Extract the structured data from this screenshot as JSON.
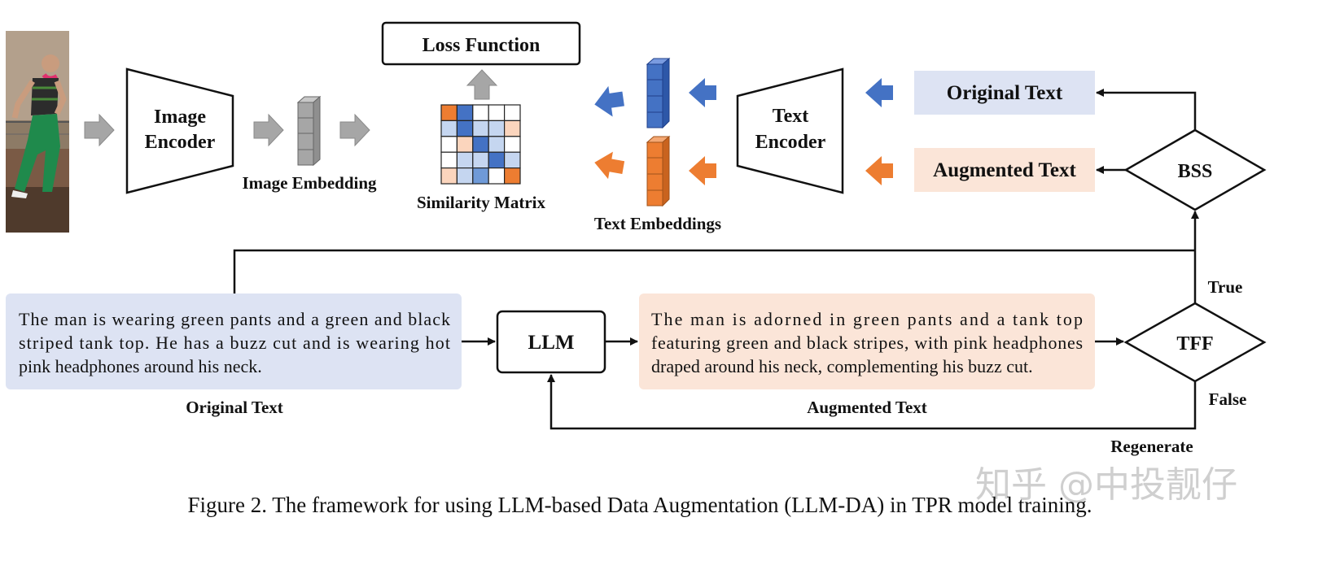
{
  "caption": "Figure 2. The framework for using LLM-based Data Augmentation (LLM-DA) in TPR model training.",
  "nodes": {
    "image_encoder": [
      "Image",
      "Encoder"
    ],
    "image_embedding": "Image Embedding",
    "loss_function": "Loss Function",
    "similarity_matrix": "Similarity Matrix",
    "text_embeddings": "Text Embeddings",
    "text_encoder": [
      "Text",
      "Encoder"
    ],
    "original_text_box": "Original Text",
    "augmented_text_box": "Augmented Text",
    "bss": "BSS",
    "llm": "LLM",
    "tff": "TFF"
  },
  "paragraphs": {
    "original": [
      "The man is wearing green pants and a green and black",
      "striped tank top. He has a buzz cut and is wearing hot",
      "pink headphones around his neck."
    ],
    "original_label": "Original Text",
    "augmented": [
      "The man is adorned in green pants and a tank top",
      "featuring green and black stripes, with pink headphones",
      "draped around his neck, complementing his buzz cut."
    ],
    "augmented_label": "Augmented Text"
  },
  "edge_labels": {
    "true": "True",
    "false": "False",
    "regenerate": "Regenerate"
  },
  "watermark": "知乎 @中投靓仔",
  "colors": {
    "blue_light": "#dde3f3",
    "orange_light": "#fbe5d8",
    "blue": "#4472c4",
    "orange": "#ed7d31",
    "gray": "#a6a6a6"
  },
  "similarity_matrix_cells": [
    [
      "orange",
      "blue",
      "white",
      "white",
      "white"
    ],
    [
      "lightblue",
      "blue",
      "lightblue",
      "lightblue",
      "lightorange"
    ],
    [
      "white",
      "lightorange",
      "blue",
      "lightblue",
      "white"
    ],
    [
      "white",
      "lightblue",
      "lightblue",
      "blue",
      "lightblue"
    ],
    [
      "lightorange",
      "lightblue",
      "midblue",
      "white",
      "orange"
    ]
  ]
}
